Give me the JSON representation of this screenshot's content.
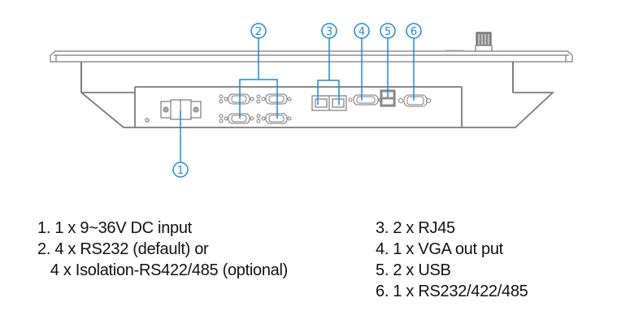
{
  "colors": {
    "callout": "#1f8ad2",
    "outline": "#7a7a7a",
    "text": "#111111"
  },
  "callouts": [
    {
      "num": "1",
      "target": "dc-input"
    },
    {
      "num": "2",
      "target": "rs232-ports"
    },
    {
      "num": "3",
      "target": "rj45-ports"
    },
    {
      "num": "4",
      "target": "vga-port"
    },
    {
      "num": "5",
      "target": "usb-ports"
    },
    {
      "num": "6",
      "target": "com-port"
    }
  ],
  "legend": {
    "left": [
      "1. 1 x 9~36V DC input",
      "2. 4 x RS232 (default) or",
      "   4 x Isolation-RS422/485 (optional)"
    ],
    "right": [
      "3. 2 x RJ45",
      "4. 1 x VGA out put",
      "5. 2 x USB",
      "6. 1 x RS232/422/485"
    ]
  }
}
